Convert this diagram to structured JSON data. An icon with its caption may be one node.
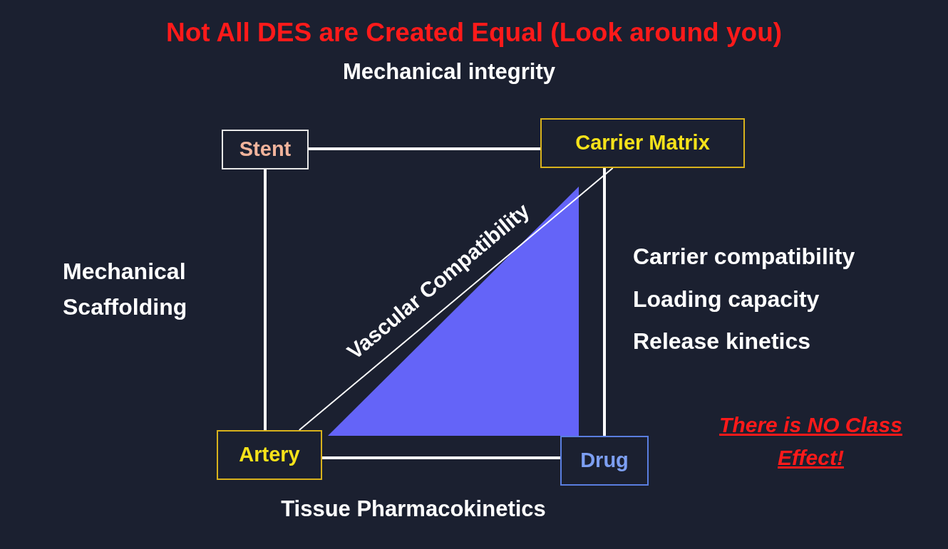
{
  "diagram": {
    "title": "Not All DES are Created Equal (Look around you)",
    "nodes": [
      {
        "text": [
          "Stent"
        ]
      },
      {
        "text": [
          "Carrier Matrix"
        ]
      },
      {
        "text": [
          "Artery"
        ]
      },
      {
        "text": [
          "Drug"
        ]
      }
    ],
    "edges": [
      {
        "from": 0,
        "to": 1,
        "arrow": "none"
      },
      {
        "from": 0,
        "to": 2,
        "arrow": "none"
      },
      {
        "from": 1,
        "to": 3,
        "arrow": "none"
      },
      {
        "from": 2,
        "to": 3,
        "arrow": "none"
      },
      {
        "from": 2,
        "to": 1,
        "arrow": "none",
        "label": "Vascular Compatibility"
      }
    ],
    "labels": [
      "Mechanical integrity",
      "Mechanical Scaffolding",
      "Carrier compatibility",
      "Loading capacity",
      "Release kinetics",
      "There is NO Class Effect!",
      "Tissue Pharmacokinetics"
    ]
  }
}
